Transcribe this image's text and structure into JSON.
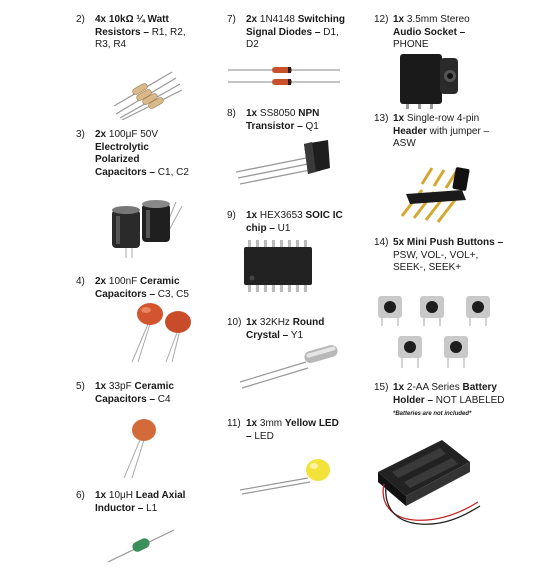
{
  "items": [
    {
      "num": "2)",
      "qty": "4x",
      "name": "10kΩ ¼ Watt Resistors –",
      "refs": " R1, R2, R3, R4",
      "line2": ""
    },
    {
      "num": "3)",
      "qty": "2x",
      "name1": "100μF 50V",
      "name": "Electrolytic Polarized Capacitors –",
      "refs": " C1, C2"
    },
    {
      "num": "4)",
      "qty": "2x",
      "pre": "100nF",
      "name": "Ceramic Capacitors –",
      "refs": " C3, C5"
    },
    {
      "num": "5)",
      "qty": "1x",
      "pre": "33pF",
      "name": "Ceramic Capacitors –",
      "refs": " C4"
    },
    {
      "num": "6)",
      "qty": "1x",
      "pre": "10μH",
      "name": "Lead Axial Inductor –",
      "refs": " L1"
    },
    {
      "num": "7)",
      "qty": "2x",
      "pre": "1N4148",
      "name": "Switching Signal Diodes –",
      "refs": " D1, D2"
    },
    {
      "num": "8)",
      "qty": "1x",
      "pre": "SS8050",
      "name": "NPN Transistor –",
      "refs": " Q1"
    },
    {
      "num": "9)",
      "qty": "1x",
      "pre": "HEX3653",
      "name": "SOIC IC chip –",
      "refs": " U1"
    },
    {
      "num": "10)",
      "qty": "1x",
      "pre": "32KHz",
      "name": "Round Crystal –",
      "refs": " Y1"
    },
    {
      "num": "11)",
      "qty": "1x",
      "pre": "3mm",
      "name": "Yellow LED –",
      "refs": " LED"
    },
    {
      "num": "12)",
      "qty": "1x",
      "pre": "3.5mm Stereo",
      "name": "Audio Socket –",
      "refs": " PHONE"
    },
    {
      "num": "13)",
      "qty": "1x",
      "pre": "Single-row 4-pin",
      "name": "Header",
      "mid": " with jumper –",
      "refs": " ASW"
    },
    {
      "num": "14)",
      "qty": "5x",
      "name": "Mini Push Buttons –",
      "refs": " PSW, VOL-, VOL+, SEEK-, SEEK+"
    },
    {
      "num": "15)",
      "qty": "1x",
      "pre": "2-AA Series",
      "name": "Battery Holder –",
      "refs": " NOT LABELED",
      "note": "*Batteries are not included*"
    }
  ],
  "colors": {
    "text": "#1a1a1a",
    "resistor_body": "#d9b98a",
    "cap_cer": "#d2552e",
    "inductor": "#3b8f5a",
    "led": "#f2e23a"
  }
}
